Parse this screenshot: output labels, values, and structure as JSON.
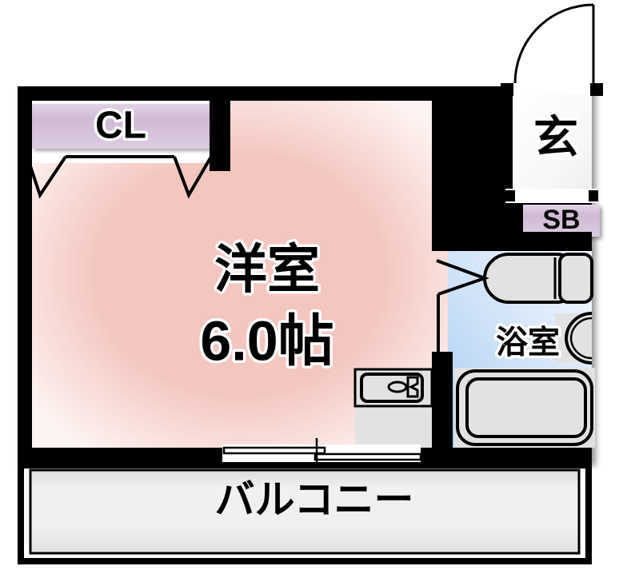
{
  "plan": {
    "title": "Japanese apartment floor plan (madori)",
    "rooms": [
      {
        "id": "main-room",
        "label": "洋室",
        "sublabel": "6.0帖",
        "fill": "#f4c6c0"
      },
      {
        "id": "closet",
        "label": "CL",
        "fill": "#cfbad4"
      },
      {
        "id": "entrance",
        "label": "玄",
        "fill": "#ffffff"
      },
      {
        "id": "shoebox",
        "label": "SB",
        "fill": "#cfbad4"
      },
      {
        "id": "bathroom",
        "label": "浴室",
        "fill": "#c3dcf5"
      },
      {
        "id": "balcony",
        "label": "バルコニー",
        "fill": "#ededed"
      }
    ],
    "colors": {
      "wall": "#000000",
      "room_pink": "#f4c6c0",
      "room_pink_light": "#fdf0ee",
      "closet_purple": "#cfbad4",
      "closet_purple_light": "#e4d6e7",
      "bath_blue": "#c3dcf5",
      "bath_blue_light": "#eaf3fd",
      "balcony_grey": "#ededed",
      "balcony_grey_light": "#fafafa",
      "fixture_fill": "#e2e2e2",
      "fixture_stroke": "#000000",
      "white": "#ffffff"
    },
    "fixtures": [
      {
        "id": "toilet",
        "name": "toilet"
      },
      {
        "id": "washbasin",
        "name": "washbasin"
      },
      {
        "id": "bathtub",
        "name": "bathtub"
      },
      {
        "id": "kitchen-sink",
        "name": "kitchen-sink"
      },
      {
        "id": "kitchen-counter",
        "name": "kitchen-counter"
      }
    ],
    "doors": [
      {
        "id": "entrance-door",
        "name": "entrance-swing-door"
      },
      {
        "id": "closet-door",
        "name": "closet-folding-door"
      },
      {
        "id": "bath-door",
        "name": "bathroom-folding-door"
      },
      {
        "id": "balcony-door",
        "name": "balcony-sliding-door"
      },
      {
        "id": "entry-step",
        "name": "entrance-step"
      }
    ]
  },
  "labels": {
    "main_room": "洋室",
    "main_room_size": "6.0帖",
    "closet": "CL",
    "entrance": "玄",
    "shoebox": "SB",
    "bathroom": "浴室",
    "balcony": "バルコニー"
  }
}
